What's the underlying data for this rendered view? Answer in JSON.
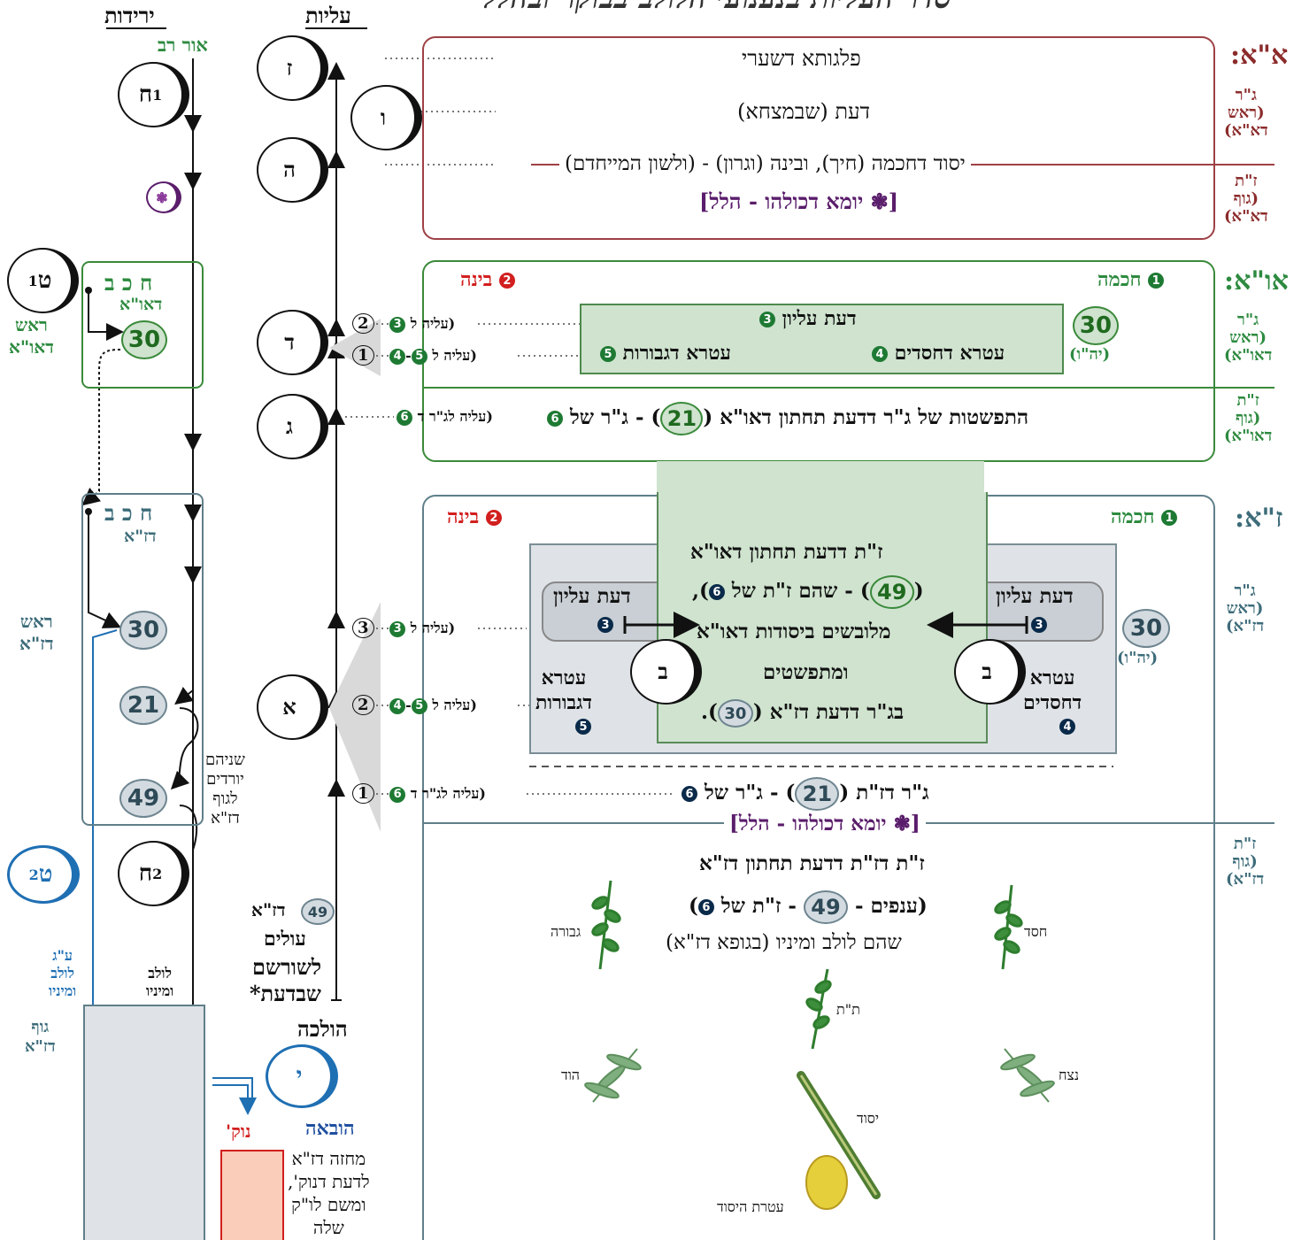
{
  "title": "סדר העליות בנענועי הלולב בבוקר ובהלל",
  "columns": {
    "descents": "ירידות",
    "ascents": "עליות"
  },
  "left": {
    "or_rav": "אור רב",
    "het1": "ח",
    "het1_sub": "1",
    "tet1": "ט",
    "tet1_sub": "1",
    "rosh_daoa": "ראש\nדאו\"א",
    "hkb_top": "ח  כ  ב",
    "daoa": "דאו\"א",
    "n30": "30",
    "hkb_mid": "ח  כ  ב",
    "dza": "דז\"א",
    "rosh_dza": "ראש\nדז\"א",
    "n30b": "30",
    "n21": "21",
    "n49": "49",
    "two_descend": "שניהם\nיורדים\nלגוף\nדז\"א",
    "het2": "ח",
    "het2_sub": "2",
    "tet2": "ט",
    "tet2_sub": "2",
    "eg_lulav": "ע\"ג\nלולב\nומיניו",
    "lulav": "לולב\nומיניו",
    "guf_dza": "גוף\nדז\"א",
    "yud": "י",
    "hovaa": "הובאה",
    "nukva": "נוק'",
    "hovaa_text": "מחזה דז\"א\nלדעת דנוק',\nומשם לו\"ק\nשלה"
  },
  "ascents": {
    "z": "ז",
    "v": "ו",
    "h": "ה",
    "d": "ד",
    "g": "ג",
    "a": "א",
    "n49": "49",
    "rise_text1": "דז\"א",
    "rise_text2": "עולים",
    "rise_text3": "לשורשם",
    "rise_text4": "שבדעת*",
    "holacha": "הולכה"
  },
  "aa": {
    "label": "א\"א:",
    "gr": "ג\"ר\n(ראש\nדא\"א)",
    "zt": "ז\"ת\n(גוף\nדא\"א)",
    "row1": "פלגותא דשערי",
    "row2": "דעת (שבמצחא)",
    "row3": "יסוד דחכמה (חיך), ובינה (וגרון) - (ולשון המייחדם)",
    "row4": "[❃ יומא דכולהו - הלל]"
  },
  "aoa": {
    "label": "או\"א:",
    "gr": "ג\"ר\n(ראש\nדאו\"א)",
    "zt": "ז\"ת\n(גוף\nדאו\"א)",
    "hochma": "חכמה",
    "bina": "בינה",
    "b1": "1",
    "b2": "2",
    "daat_elyon": "דעת עליון",
    "atara_hasadim": "עטרא דחסדים",
    "atara_gvurot": "עטרא דגבורות",
    "b3": "3",
    "b4": "4",
    "b5": "5",
    "b6": "6",
    "n30": "30",
    "yhv": "(יה\"ו)",
    "rise2": "(עליה ל",
    "rise1": "(עליה ל",
    "rise_gr": "(עליה לג\"ר ד",
    "c2": "2",
    "c1": "1",
    "hitpashtut": "התפשטות של ג\"ר דדעת תחתון דאו\"א (",
    "n21": "21",
    "gr_of": ") - ג\"ר של"
  },
  "za": {
    "label": "ז\"א:",
    "gr": "ג\"ר\n(ראש\nדז\"א)",
    "zt": "ז\"ת\n(גוף\nדז\"א)",
    "hochma": "חכמה",
    "bina": "בינה",
    "daat_elyon_r": "דעת עליון",
    "daat_elyon_l": "דעת עליון",
    "atara_r": "עטרא\nדחסדים",
    "atara_l": "עטרא\nדגבורות",
    "bet": "ב",
    "n30": "30",
    "yhv": "(יה\"ו)",
    "center1": "ז\"ת דדעת תחתון דאו\"א",
    "n49": "49",
    "center2": ") - שהם ז\"ת של",
    "center3": "מלובשים ביסודות דאו\"א",
    "center4": "ומתפשטים",
    "center5": "בג\"ר דדעת דז\"א (",
    "center5b": ").",
    "c3": "3",
    "c2": "2",
    "c1": "1",
    "gr_dzt": "ג\"ר דז\"ת (",
    "n21": "21",
    "gr_dzt2": ") - ג\"ר של",
    "yoma": "[❃ יומא דכולהו - הלל]",
    "zt_title": "ז\"ת דז\"ת דדעת תחתון דז\"א",
    "knafim_a": "(ענפים - ",
    "knafim_b": "49",
    "knafim_c": " - ז\"ת של",
    "knafim_d": ")",
    "lulav_line": "שהם לולב ומיניו (בגופא דז\"א)",
    "species": {
      "hesed": "חסד",
      "gvura": "גבורה",
      "tiferet": "ת\"ת",
      "netzach": "נצח",
      "hod": "הוד",
      "yesod": "יסוד",
      "ateret": "עטרת היסוד"
    }
  }
}
